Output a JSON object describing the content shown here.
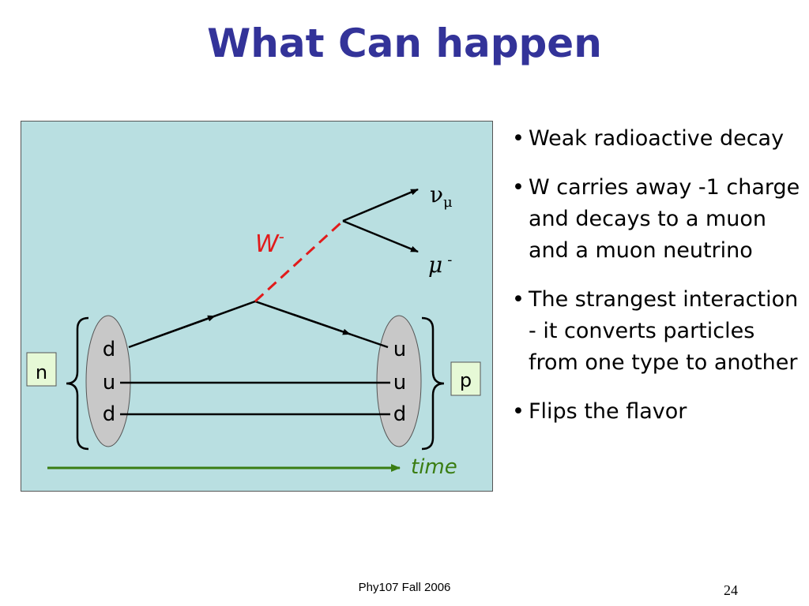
{
  "slide": {
    "title": "What Can happen",
    "footer": "Phy107 Fall 2006",
    "page_number": "24"
  },
  "colors": {
    "title": "#333399",
    "panel_bg": "#b9dfe1",
    "w_boson": "#e11b1b",
    "time_arrow": "#3a7d12",
    "box_fill": "#e6f9d6",
    "oval_fill": "#c8c8c8"
  },
  "diagram": {
    "neutron_label": "n",
    "proton_label": "p",
    "neutron_quarks": [
      "d",
      "u",
      "d"
    ],
    "proton_quarks": [
      "u",
      "u",
      "d"
    ],
    "w_label": "W",
    "w_charge": "-",
    "neutrino_symbol": "ν",
    "neutrino_subscript": "μ",
    "muon_symbol": "μ",
    "muon_charge": "-",
    "time_label": "time"
  },
  "bullets": [
    {
      "text": "Weak radioactive decay"
    },
    {
      "text": "W carries away -1 charge and decays to a muon and a muon neutrino"
    },
    {
      "text": "The strangest interaction - it converts particles from one type to another"
    },
    {
      "text": "Flips the flavor"
    }
  ]
}
